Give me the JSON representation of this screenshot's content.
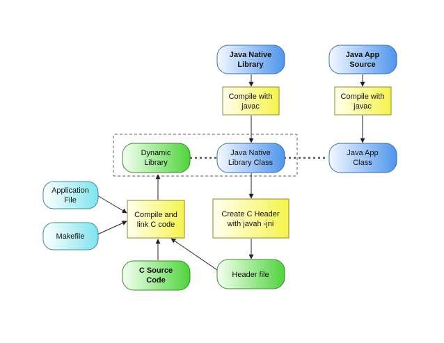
{
  "nodes": {
    "java_native_library": {
      "line1": "Java Native",
      "line2": "Library"
    },
    "java_app_source": {
      "line1": "Java App",
      "line2": "Source"
    },
    "compile_javac_1": {
      "line1": "Compile with",
      "line2": "javac"
    },
    "compile_javac_2": {
      "line1": "Compile with",
      "line2": "javac"
    },
    "dynamic_library": {
      "line1": "Dynamic",
      "line2": "Library"
    },
    "java_native_library_class": {
      "line1": "Java Native",
      "line2": "Library Class"
    },
    "java_app_class": {
      "line1": "Java App",
      "line2": "Class"
    },
    "application_file": {
      "line1": "Application",
      "line2": "File"
    },
    "makefile": {
      "label": "Makefile"
    },
    "compile_link_c": {
      "line1": "Compile and",
      "line2": "link C code"
    },
    "create_c_header": {
      "line1": "Create C Header",
      "line2": "with javah -jni"
    },
    "c_source_code": {
      "line1": "C Source",
      "line2": "Code"
    },
    "header_file": {
      "label": "Header file"
    }
  },
  "colors": {
    "blue_node": "#5aa0ee",
    "cyan_node": "#8fe8f0",
    "green_node": "#5fd850",
    "yellow_node": "#f8f86a",
    "arrow": "#222222"
  }
}
